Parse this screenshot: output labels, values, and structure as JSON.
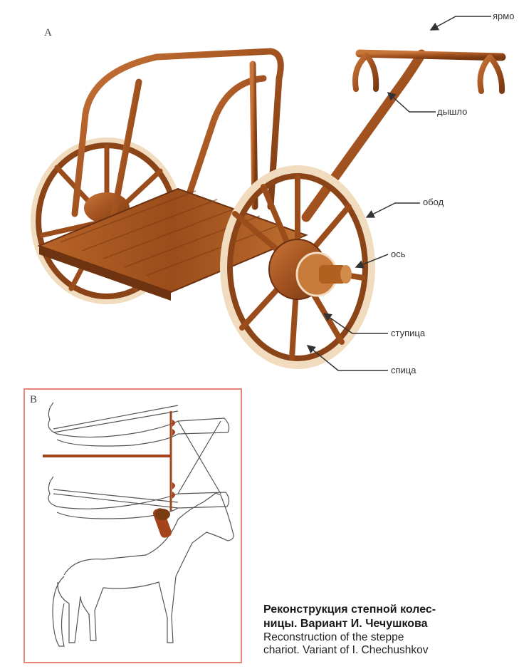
{
  "panel_a": {
    "letter": "A",
    "labels": {
      "yoke": "ярмо",
      "pole": "дышло",
      "rim": "обод",
      "axle": "ось",
      "hub": "ступица",
      "spoke": "спица"
    }
  },
  "panel_b": {
    "letter": "B"
  },
  "caption": {
    "ru_line1": "Реконструкция степной колес-",
    "ru_line2": "ницы. Вариант И. Чечушкова",
    "en_line1": "Reconstruction of the steppe",
    "en_line2": "chariot. Variant of  I. Chechushkov"
  },
  "colors": {
    "wood_dark": "#7a3a12",
    "wood_mid": "#b5602a",
    "wood_light": "#d08a4a",
    "rim": "#f1dcc0",
    "panel_b_border": "#e8867c",
    "harness": "#a5441c"
  }
}
